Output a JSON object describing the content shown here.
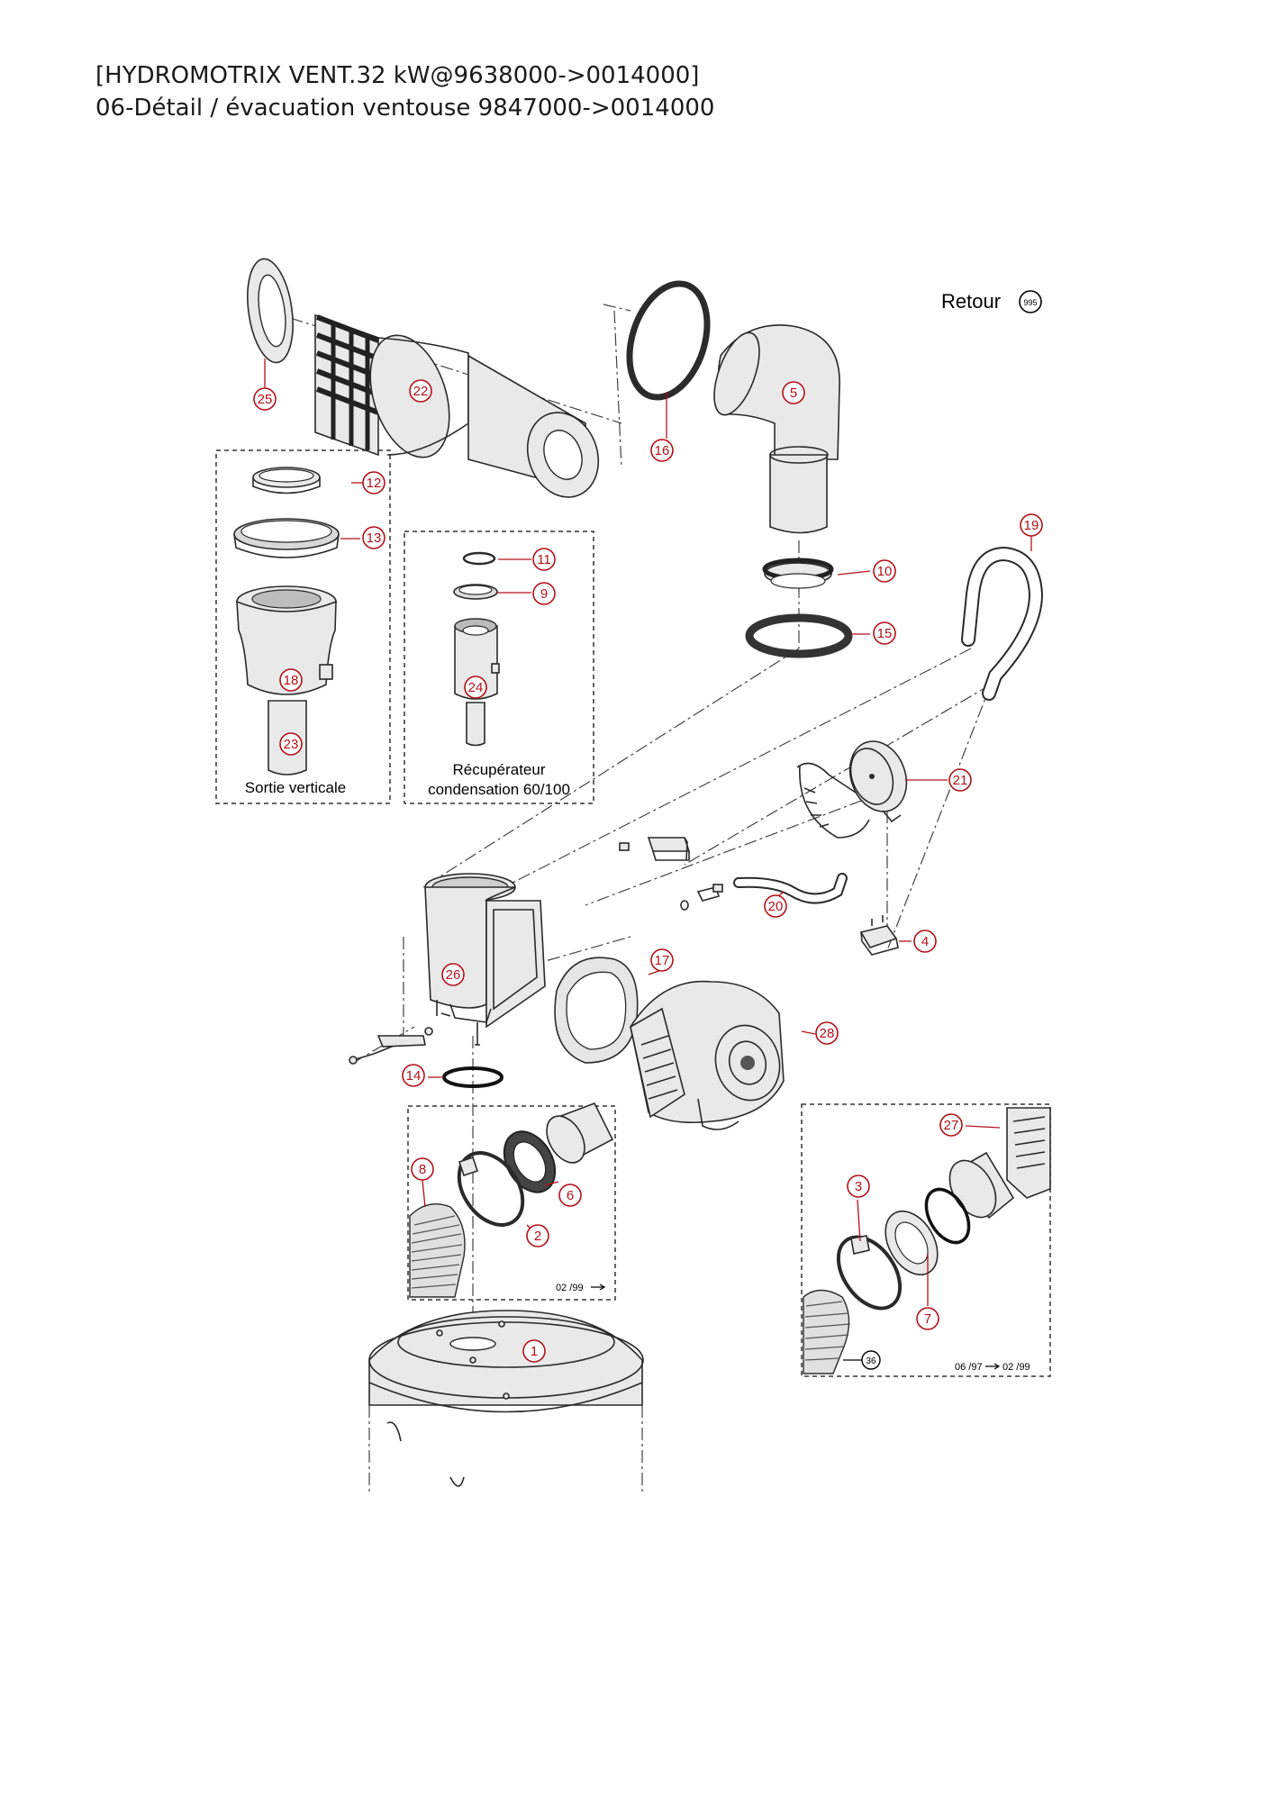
{
  "header": {
    "line1": "[HYDROMOTRIX VENT.32 kW@9638000->0014000]",
    "line2": "06-Détail / évacuation ventouse 9847000->0014000"
  },
  "retour": {
    "label": "Retour",
    "badge": "995"
  },
  "groups": {
    "sortie_verticale": "Sortie verticale",
    "recuperateur_line1": "Récupérateur",
    "recuperateur_line2": "condensation 60/100"
  },
  "dates": {
    "inset_left": "02 /99",
    "inset_right_from": "06 /97",
    "inset_right_to": "02 /99"
  },
  "ref_36": "36",
  "callouts": {
    "c1": "1",
    "c2": "2",
    "c3": "3",
    "c4": "4",
    "c5": "5",
    "c6": "6",
    "c7": "7",
    "c8": "8",
    "c9": "9",
    "c10": "10",
    "c11": "11",
    "c12": "12",
    "c13": "13",
    "c14": "14",
    "c15": "15",
    "c16": "16",
    "c17": "17",
    "c18": "18",
    "c19": "19",
    "c20": "20",
    "c21": "21",
    "c22": "22",
    "c23": "23",
    "c24": "24",
    "c25": "25",
    "c26": "26",
    "c27": "27",
    "c28": "28"
  },
  "colors": {
    "callout": "#b3111a",
    "ink": "#2a2a2a",
    "header_text": "#1a1a1a"
  }
}
